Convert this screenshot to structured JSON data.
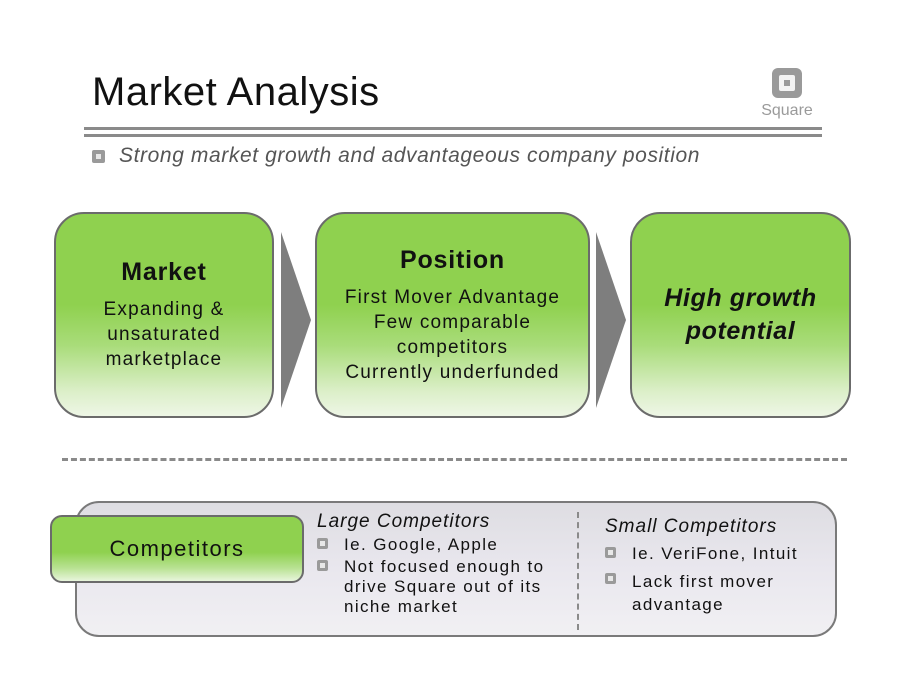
{
  "header": {
    "title": "Market Analysis",
    "logo": {
      "icon": "square-logo-icon",
      "text": "Square"
    },
    "subtitle": "Strong market growth and advantageous company position"
  },
  "flow": {
    "boxes": [
      {
        "title": "Market",
        "lines": [
          "Expanding &",
          "unsaturated",
          "marketplace"
        ]
      },
      {
        "title": "Position",
        "lines": [
          "First Mover Advantage",
          "Few comparable",
          "competitors",
          "Currently underfunded"
        ]
      },
      {
        "title": "",
        "emphasis_lines": [
          "High growth",
          "potential"
        ]
      }
    ],
    "arrow_icon": "chevron-right-icon"
  },
  "competitors": {
    "label": "Competitors",
    "large": {
      "heading": "Large Competitors",
      "items": [
        "Ie. Google, Apple",
        "Not focused enough to drive Square out of its niche market"
      ]
    },
    "small": {
      "heading": "Small Competitors",
      "items": [
        "Ie. VeriFone, Intuit",
        "Lack first mover advantage"
      ]
    }
  },
  "colors": {
    "green": "#8fd14f",
    "gray_text": "#555555",
    "rule": "#8a8a8a",
    "panel": "#e9e7ee"
  }
}
